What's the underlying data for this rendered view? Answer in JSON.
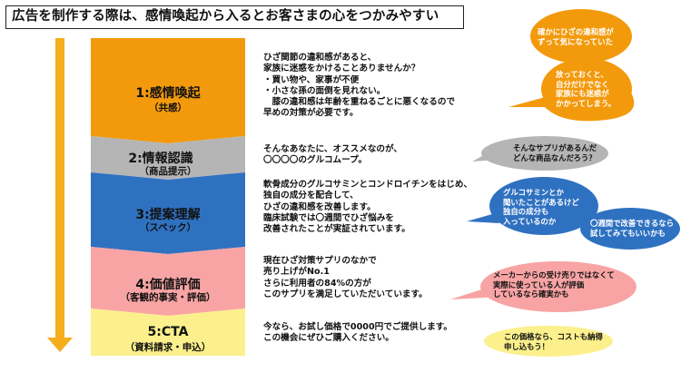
{
  "title": "広告を制作する際は、感情喚起から入るとお客さまの心をつかみやすい",
  "colors": {
    "arrow": "#f5ad1c",
    "step1": "#f39a0c",
    "step2": "#b5b5b5",
    "step3": "#2f71c1",
    "step4": "#f8a4a4",
    "step5": "#fbf08c",
    "bubble_orange": "#f39a0c",
    "bubble_gray": "#b5b5b5",
    "bubble_blue": "#2f71c1",
    "bubble_pink": "#f8a4a4",
    "bubble_yellow": "#fbf08c"
  },
  "steps": [
    {
      "title": "1:感情喚起",
      "sub": "（共感）",
      "lines": [
        "ひざ関節の違和感があると、",
        "家族に迷惑をかけることありませんか？",
        "・買い物や、家事が不便",
        "・小さな孫の面倒を見れない。",
        "　膝の違和感は年齢を重ねるごとに悪くなるので",
        "早めの対策が必要です。"
      ]
    },
    {
      "title": "2:情報認識",
      "sub": "（商品提示）",
      "lines": [
        "そんなあなたに、オススメなのが、",
        "〇〇〇〇のグルコムープ。"
      ]
    },
    {
      "title": "3:提案理解",
      "sub": "（スペック）",
      "lines": [
        "軟骨成分のグルコサミンとコンドロイチンをはじめ、",
        "独自の成分を配合して、",
        "ひざの違和感を改善します。",
        "臨床試験では〇週間でひざ悩みを",
        "改善されたことが実証されています。"
      ]
    },
    {
      "title": "4:価値評価",
      "sub": "（客観的事実・評価）",
      "lines": [
        "現在ひざ対策サプリのなかで",
        "売り上げがNo.1",
        "さらに利用者の84%の方が",
        "このサプリを満足していただいています。"
      ]
    },
    {
      "title": "5:CTA",
      "sub": "（資料請求・申込）",
      "lines": [
        "今なら、お試し価格で0000円でご提供します。",
        "この機会にぜひご購入ください。"
      ]
    }
  ],
  "bubbles": [
    {
      "lines": [
        "確かにひざの違和感が",
        "ずって気になっていた"
      ]
    },
    {
      "lines": [
        "放っておくと、",
        "自分だけでなく",
        "家族にも迷惑が",
        "かかってしまう。"
      ]
    },
    {
      "lines": [
        "そんなサプリがあるんだ",
        "どんな商品なんだろう？"
      ]
    },
    {
      "lines": [
        "グルコサミンとか",
        "聞いたことがあるけど",
        "独自の成分も",
        "入っているのか"
      ]
    },
    {
      "lines": [
        "〇週間で改善できるなら",
        "試してみてもいいかも"
      ]
    },
    {
      "lines": [
        "メーカーからの受け売りではなくて",
        "実際に使っている人が評価",
        "しているなら確実かも"
      ]
    },
    {
      "lines": [
        "この価格なら、コストも納得",
        "申し込もう！"
      ]
    }
  ]
}
